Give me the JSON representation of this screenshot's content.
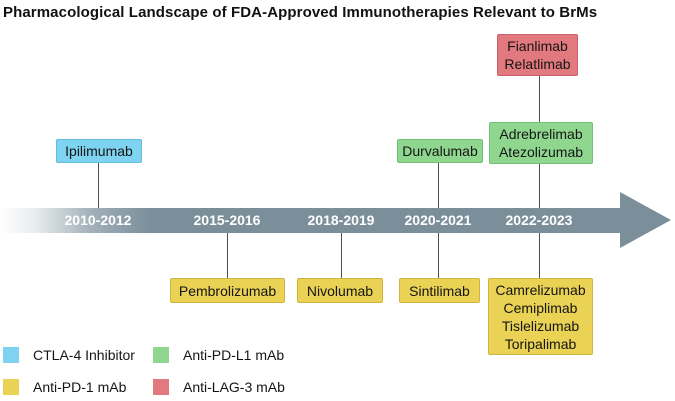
{
  "title": "Pharmacological Landscape of FDA-Approved Immunotherapies Relevant to BrMs",
  "colors": {
    "ctla4_inhibitor": "#7dd3f0",
    "anti_pd1_mab": "#e9d254",
    "anti_pdl1_mab": "#8fd78f",
    "anti_lag3_mab": "#e2797e",
    "timeline_bar": "#7b8f9b",
    "year_text": "#ffffff",
    "connector": "#4f4f4f"
  },
  "timeline": {
    "years": [
      "2010-2012",
      "2015-2016",
      "2018-2019",
      "2020-2021",
      "2022-2023"
    ]
  },
  "boxes": {
    "ipilimumab": {
      "color_class": "ctla4_inhibitor",
      "period": "2010-2012",
      "lines": [
        "Ipilimumab"
      ]
    },
    "pembrolizumab": {
      "color_class": "anti_pd1_mab",
      "period": "2015-2016",
      "lines": [
        "Pembrolizumab"
      ]
    },
    "nivolumab": {
      "color_class": "anti_pd1_mab",
      "period": "2018-2019",
      "lines": [
        "Nivolumab"
      ]
    },
    "durvalumab": {
      "color_class": "anti_pdl1_mab",
      "period": "2020-2021",
      "lines": [
        "Durvalumab"
      ]
    },
    "sintilimab": {
      "color_class": "anti_pd1_mab",
      "period": "2020-2021",
      "lines": [
        "Sintilimab"
      ]
    },
    "fianlimab_group": {
      "color_class": "anti_lag3_mab",
      "period": "2022-2023",
      "lines": [
        "Fianlimab",
        "Relatlimab"
      ]
    },
    "adrebrelimab_group": {
      "color_class": "anti_pdl1_mab",
      "period": "2022-2023",
      "lines": [
        "Adrebrelimab",
        "Atezolizumab"
      ]
    },
    "camrelizumab_group": {
      "color_class": "anti_pd1_mab",
      "period": "2022-2023",
      "lines": [
        "Camrelizumab",
        "Cemiplimab",
        "Tislelizumab",
        "Toripalimab"
      ]
    }
  },
  "legend": [
    {
      "label": "CTLA-4 Inhibitor",
      "color": "#7dd3f0"
    },
    {
      "label": "Anti-PD-L1 mAb",
      "color": "#8fd78f"
    },
    {
      "label": "Anti-PD-1 mAb",
      "color": "#e9d254"
    },
    {
      "label": "Anti-LAG-3 mAb",
      "color": "#e2797e"
    }
  ]
}
